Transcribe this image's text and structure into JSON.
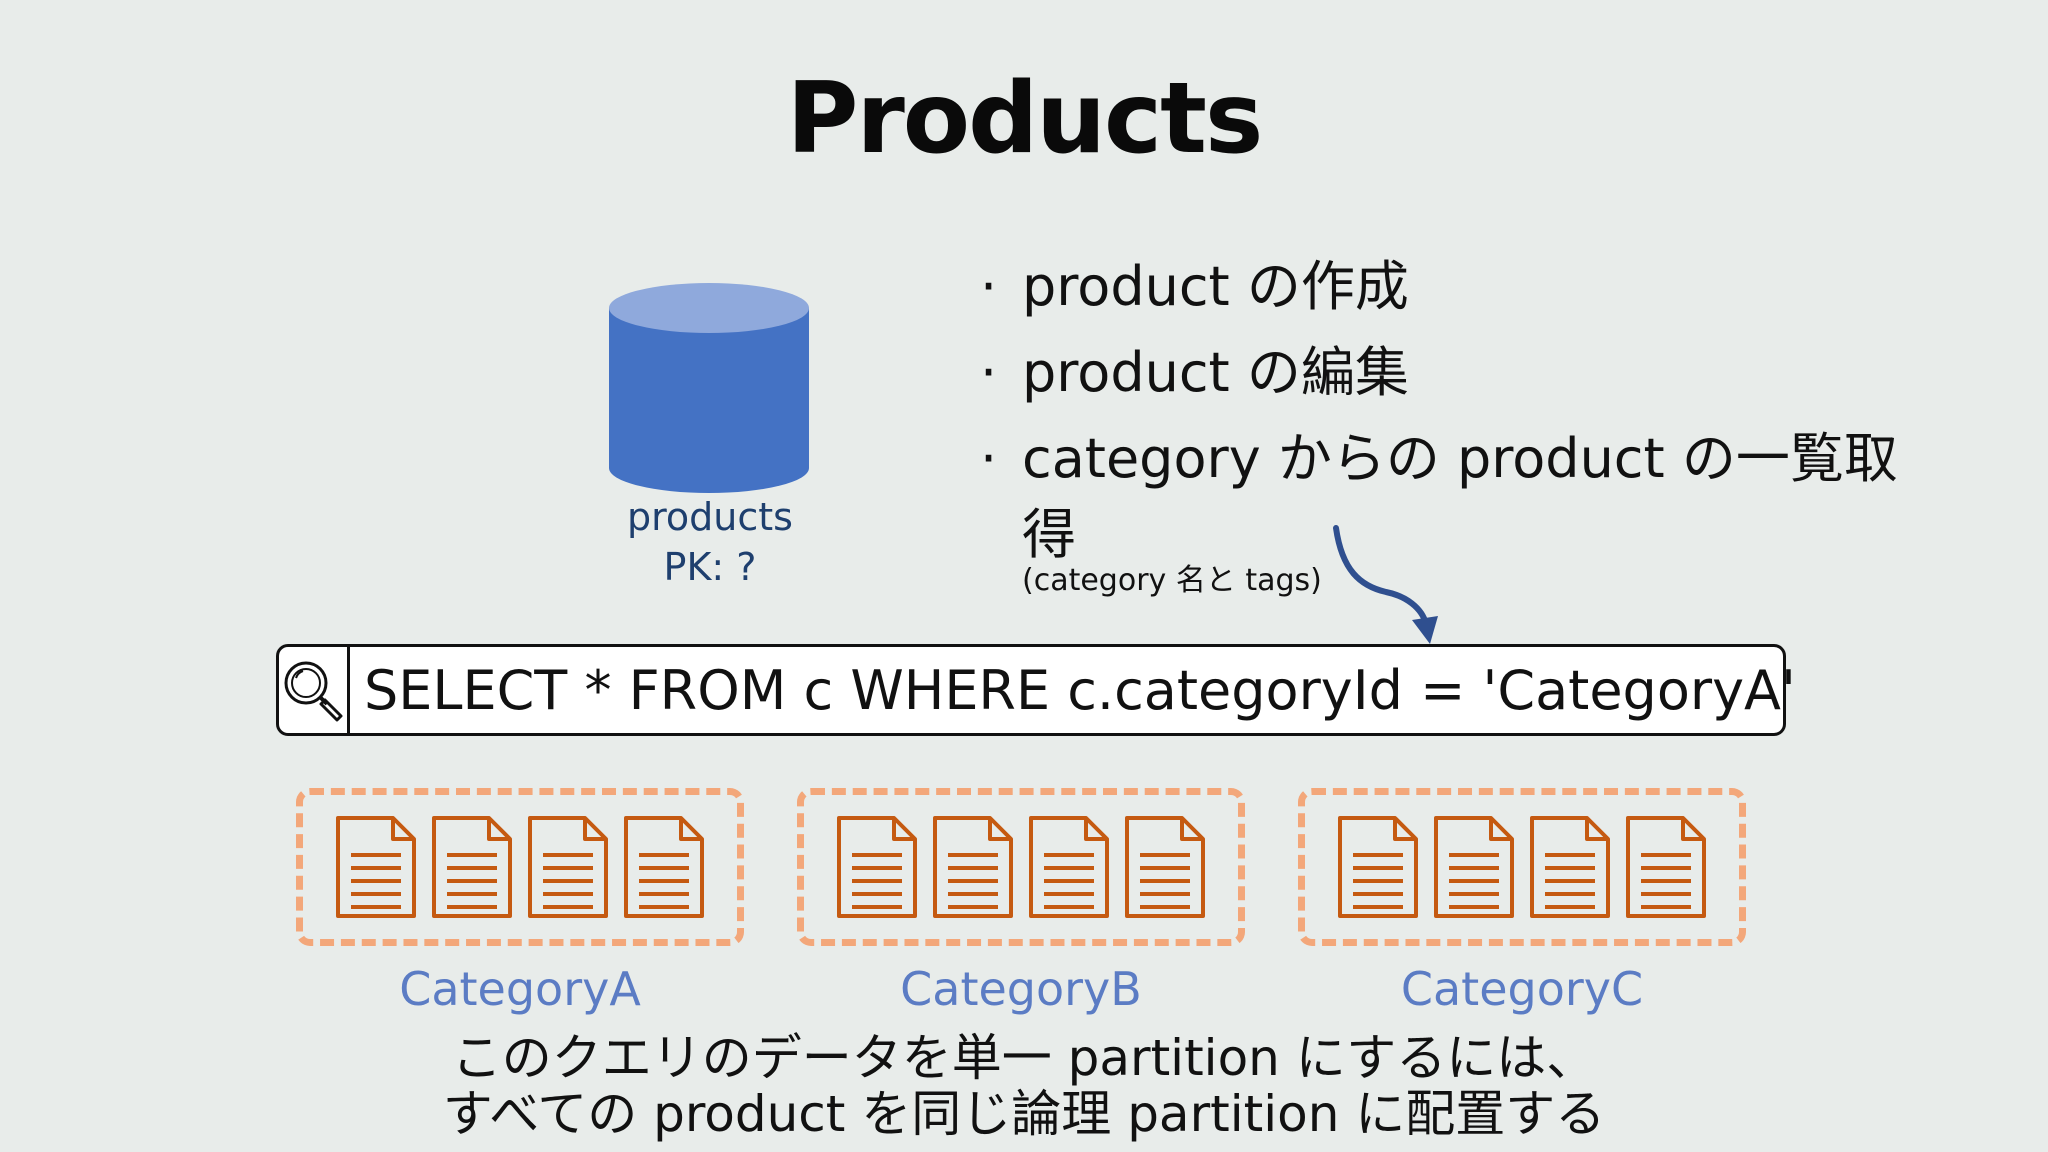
{
  "title": "Products",
  "container": {
    "name": "products",
    "pk": "PK: ?"
  },
  "colors": {
    "cylinder": "#4472c4",
    "cylinder_top": "#8fa9dc",
    "partition_border": "#f3a77a",
    "document": "#c55a11",
    "category_label": "#5b7cc4",
    "arrow": "#2f4f8f"
  },
  "bullets": [
    {
      "text": "product の作成"
    },
    {
      "text": "product の編集"
    },
    {
      "text": "category からの product の一覧取",
      "continuation": "得"
    }
  ],
  "note": "(category 名と tags)",
  "query": {
    "icon": "magnifier-icon",
    "text": "SELECT * FROM c WHERE c.categoryId = 'CategoryA'"
  },
  "partitions": [
    {
      "label": "CategoryA",
      "document_count": 4
    },
    {
      "label": "CategoryB",
      "document_count": 4
    },
    {
      "label": "CategoryC",
      "document_count": 4
    }
  ],
  "footer": {
    "line1": "このクエリのデータを単一 partition にするには、",
    "line2": "すべての product を同じ論理 partition に配置する"
  }
}
